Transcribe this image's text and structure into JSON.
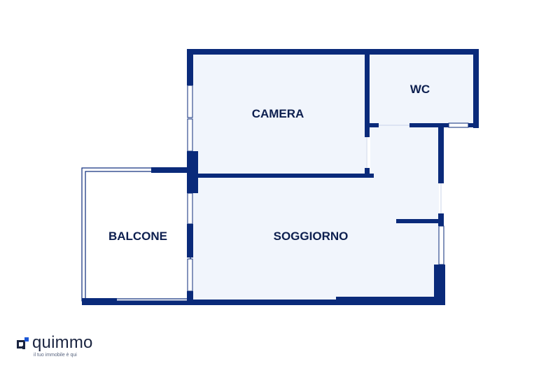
{
  "rooms": {
    "camera": "CAMERA",
    "wc": "WC",
    "balcone": "BALCONE",
    "soggiorno": "SOGGIORNO"
  },
  "brand": {
    "name": "quimmo",
    "tagline": "il tuo immobile è qui"
  },
  "colors": {
    "wall": "#0a2a7a",
    "floor": "#f1f5fc",
    "label": "#0d1f4f",
    "logo_accent": "#1c57d6"
  }
}
